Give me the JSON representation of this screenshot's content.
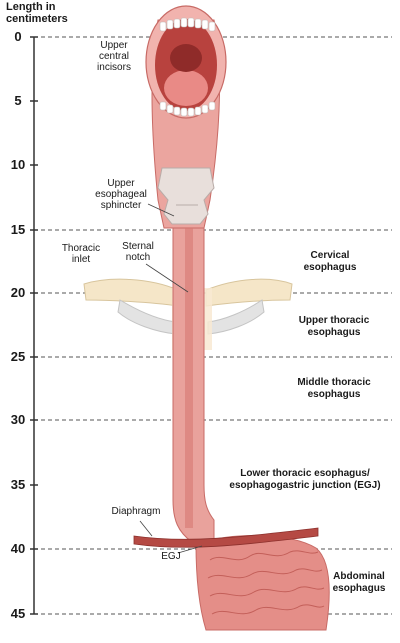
{
  "axis": {
    "title": "Length in centimeters",
    "ticks": [
      "0",
      "5",
      "10",
      "15",
      "20",
      "25",
      "30",
      "35",
      "40",
      "45"
    ]
  },
  "labels": {
    "upper_central_incisors": "Upper central incisors",
    "upper_esophageal_sphincter": "Upper esophageal sphincter",
    "thoracic_inlet": "Thoracic inlet",
    "sternal_notch": "Sternal notch",
    "diaphragm": "Diaphragm",
    "egj": "EGJ"
  },
  "regions": {
    "cervical": "Cervical esophagus",
    "upper_thoracic": "Upper thoracic esophagus",
    "middle_thoracic": "Middle thoracic esophagus",
    "lower_thoracic": "Lower thoracic esophagus/ esophagogastric junction (EGJ)",
    "abdominal": "Abdominal esophagus"
  },
  "colors": {
    "tissue": "#e9a29c",
    "tissue_dark": "#c85f5b",
    "lumen": "#d9726e",
    "bone": "#f3e3c4",
    "cartilage": "#e8e0dc",
    "teeth": "#ffffff",
    "diaphragm": "#b54a44",
    "dash_line": "#555555"
  }
}
